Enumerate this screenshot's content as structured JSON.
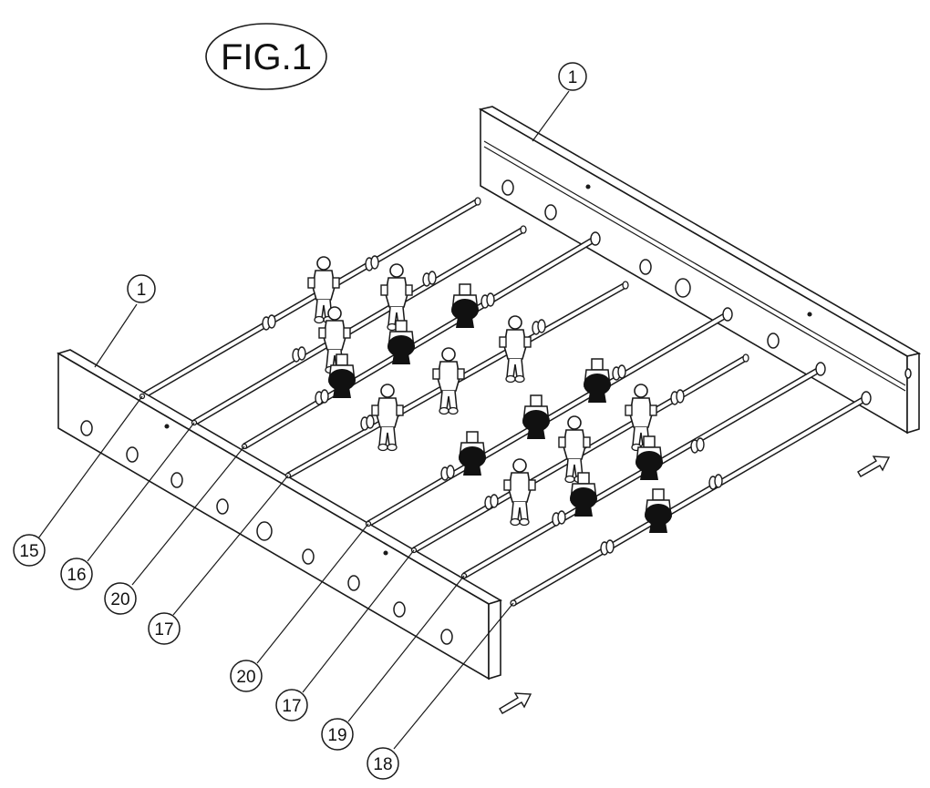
{
  "figure": {
    "title": "FIG.1",
    "labels": {
      "side_panel_right": "1",
      "side_panel_left": "1",
      "rod_15": "15",
      "rod_16": "16",
      "rod_20_a": "20",
      "rod_17_a": "17",
      "rod_20_b": "20",
      "rod_17_b": "17",
      "rod_19": "19",
      "rod_18": "18"
    },
    "colors": {
      "line": "#1a1a1a",
      "player_dark": "#111111",
      "panel_fill": "#ffffff"
    }
  }
}
